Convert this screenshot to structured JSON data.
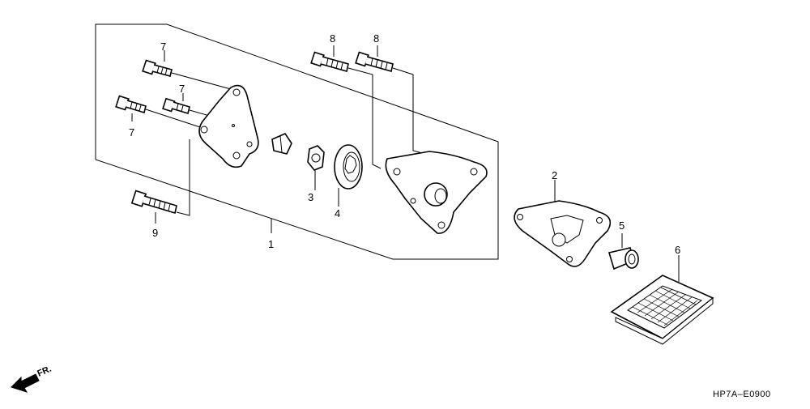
{
  "diagram": {
    "callouts": [
      {
        "id": "1",
        "label": "1"
      },
      {
        "id": "2",
        "label": "2"
      },
      {
        "id": "3",
        "label": "3"
      },
      {
        "id": "4",
        "label": "4"
      },
      {
        "id": "5",
        "label": "5"
      },
      {
        "id": "6",
        "label": "6"
      },
      {
        "id": "7a",
        "label": "7"
      },
      {
        "id": "7b",
        "label": "7"
      },
      {
        "id": "7c",
        "label": "7"
      },
      {
        "id": "8a",
        "label": "8"
      },
      {
        "id": "8b",
        "label": "8"
      },
      {
        "id": "9",
        "label": "9"
      }
    ],
    "direction_label": "FR.",
    "diagram_code": "HP7A–E0900"
  }
}
